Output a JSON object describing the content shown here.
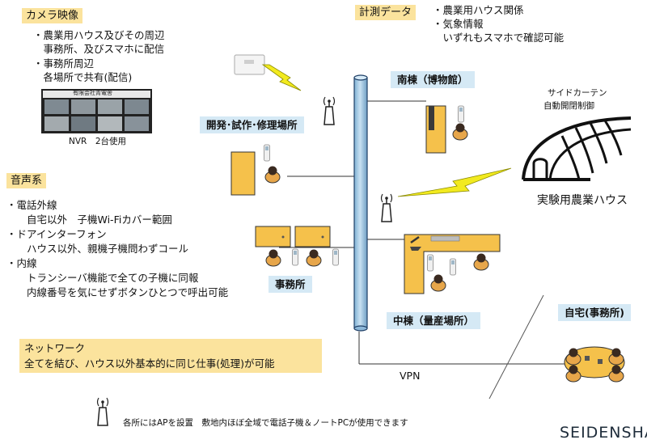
{
  "camera": {
    "title": "カメラ映像",
    "lines": [
      "・農業用ハウス及びその周辺",
      "　事務所、及びスマホに配信",
      "・事務所周辺",
      "　各場所で共有(配信)"
    ],
    "screen_caption": "有限会社青電舎",
    "nvr_label": "NVR　2台使用"
  },
  "measure": {
    "title": "計測データ",
    "lines": [
      "・農業用ハウス関係",
      "・気象情報",
      "　いずれもスマホで確認可能"
    ]
  },
  "audio": {
    "title": "音声系",
    "lines": [
      "・電話外線",
      "　　自宅以外　子機Wi-Fiカバー範囲",
      "・ドアインターフォン",
      "　　ハウス以外、親機子機問わずコール",
      "・内線",
      "　　トランシーバ機能で全ての子機に同報",
      "　　内線番号を気にせずボタンひとつで呼出可能"
    ]
  },
  "network": {
    "title": "ネットワーク",
    "line": "全てを結び、ハウス以外基本的に同じ仕事(処理)が可能"
  },
  "buildings": {
    "south": "南棟（博物館）",
    "dev": "開発･試作･修理場所",
    "office": "事務所",
    "middle": "中棟（量産場所）",
    "home": "自宅(事務所)"
  },
  "greenhouse": {
    "control_line1": "サイドカーテン",
    "control_line2": "自動開閉制御",
    "label": "実験用農業ハウス"
  },
  "vpn_label": "VPN",
  "footer_note": "各所にはAPを設置　敷地内ほぼ全域で電話子機＆ノートPCが使用できます",
  "brand": "SEIDENSHA",
  "colors": {
    "desk": "#f5c14b",
    "pipe": "#a9cce4",
    "tag_yellow": "#fbe39d",
    "tag_blue": "#d5e9f5",
    "lightning": "#f2ea1f"
  }
}
